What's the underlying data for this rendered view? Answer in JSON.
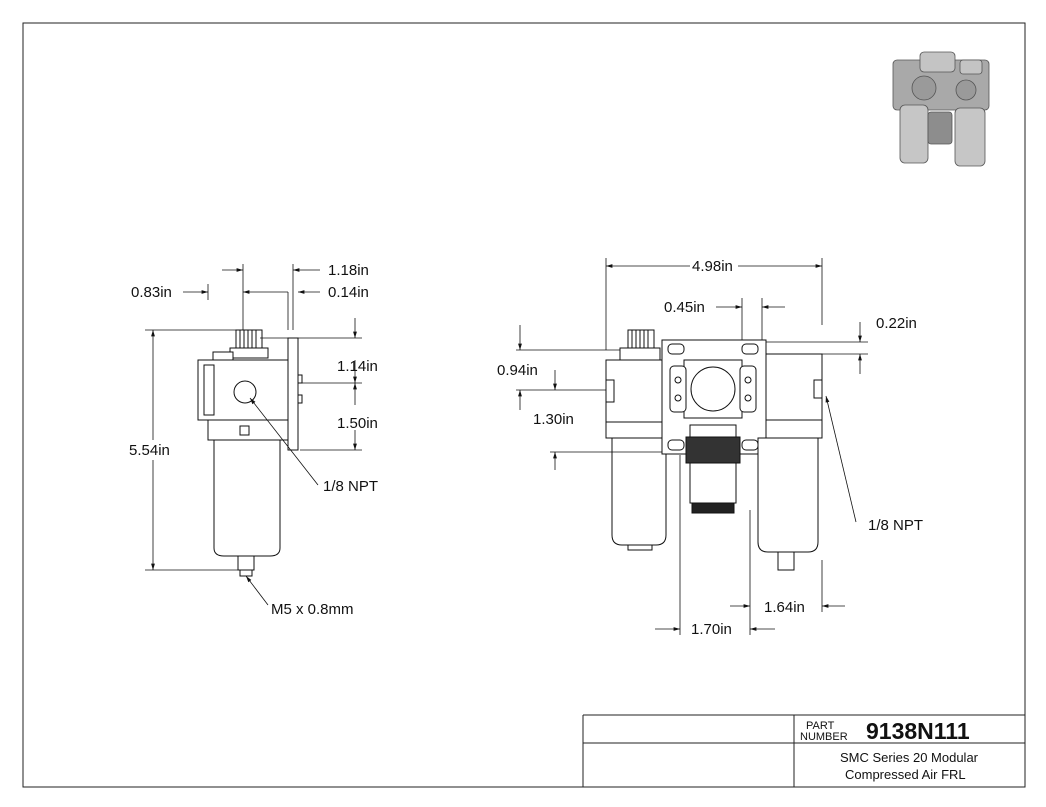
{
  "dimensions": {
    "d_118": "1.18in",
    "d_083": "0.83in",
    "d_014": "0.14in",
    "d_114": "1.14in",
    "d_150": "1.50in",
    "d_554": "5.54in",
    "d_npt_left": "1/8 NPT",
    "d_m5": "M5 x 0.8mm",
    "d_498": "4.98in",
    "d_045": "0.45in",
    "d_022": "0.22in",
    "d_094": "0.94in",
    "d_130": "1.30in",
    "d_npt_right": "1/8 NPT",
    "d_164": "1.64in",
    "d_170": "1.70in"
  },
  "title_block": {
    "part_label_line1": "PART",
    "part_label_line2": "NUMBER",
    "part_number": "9138N111",
    "description_line1": "SMC Series 20 Modular",
    "description_line2": "Compressed Air FRL"
  }
}
